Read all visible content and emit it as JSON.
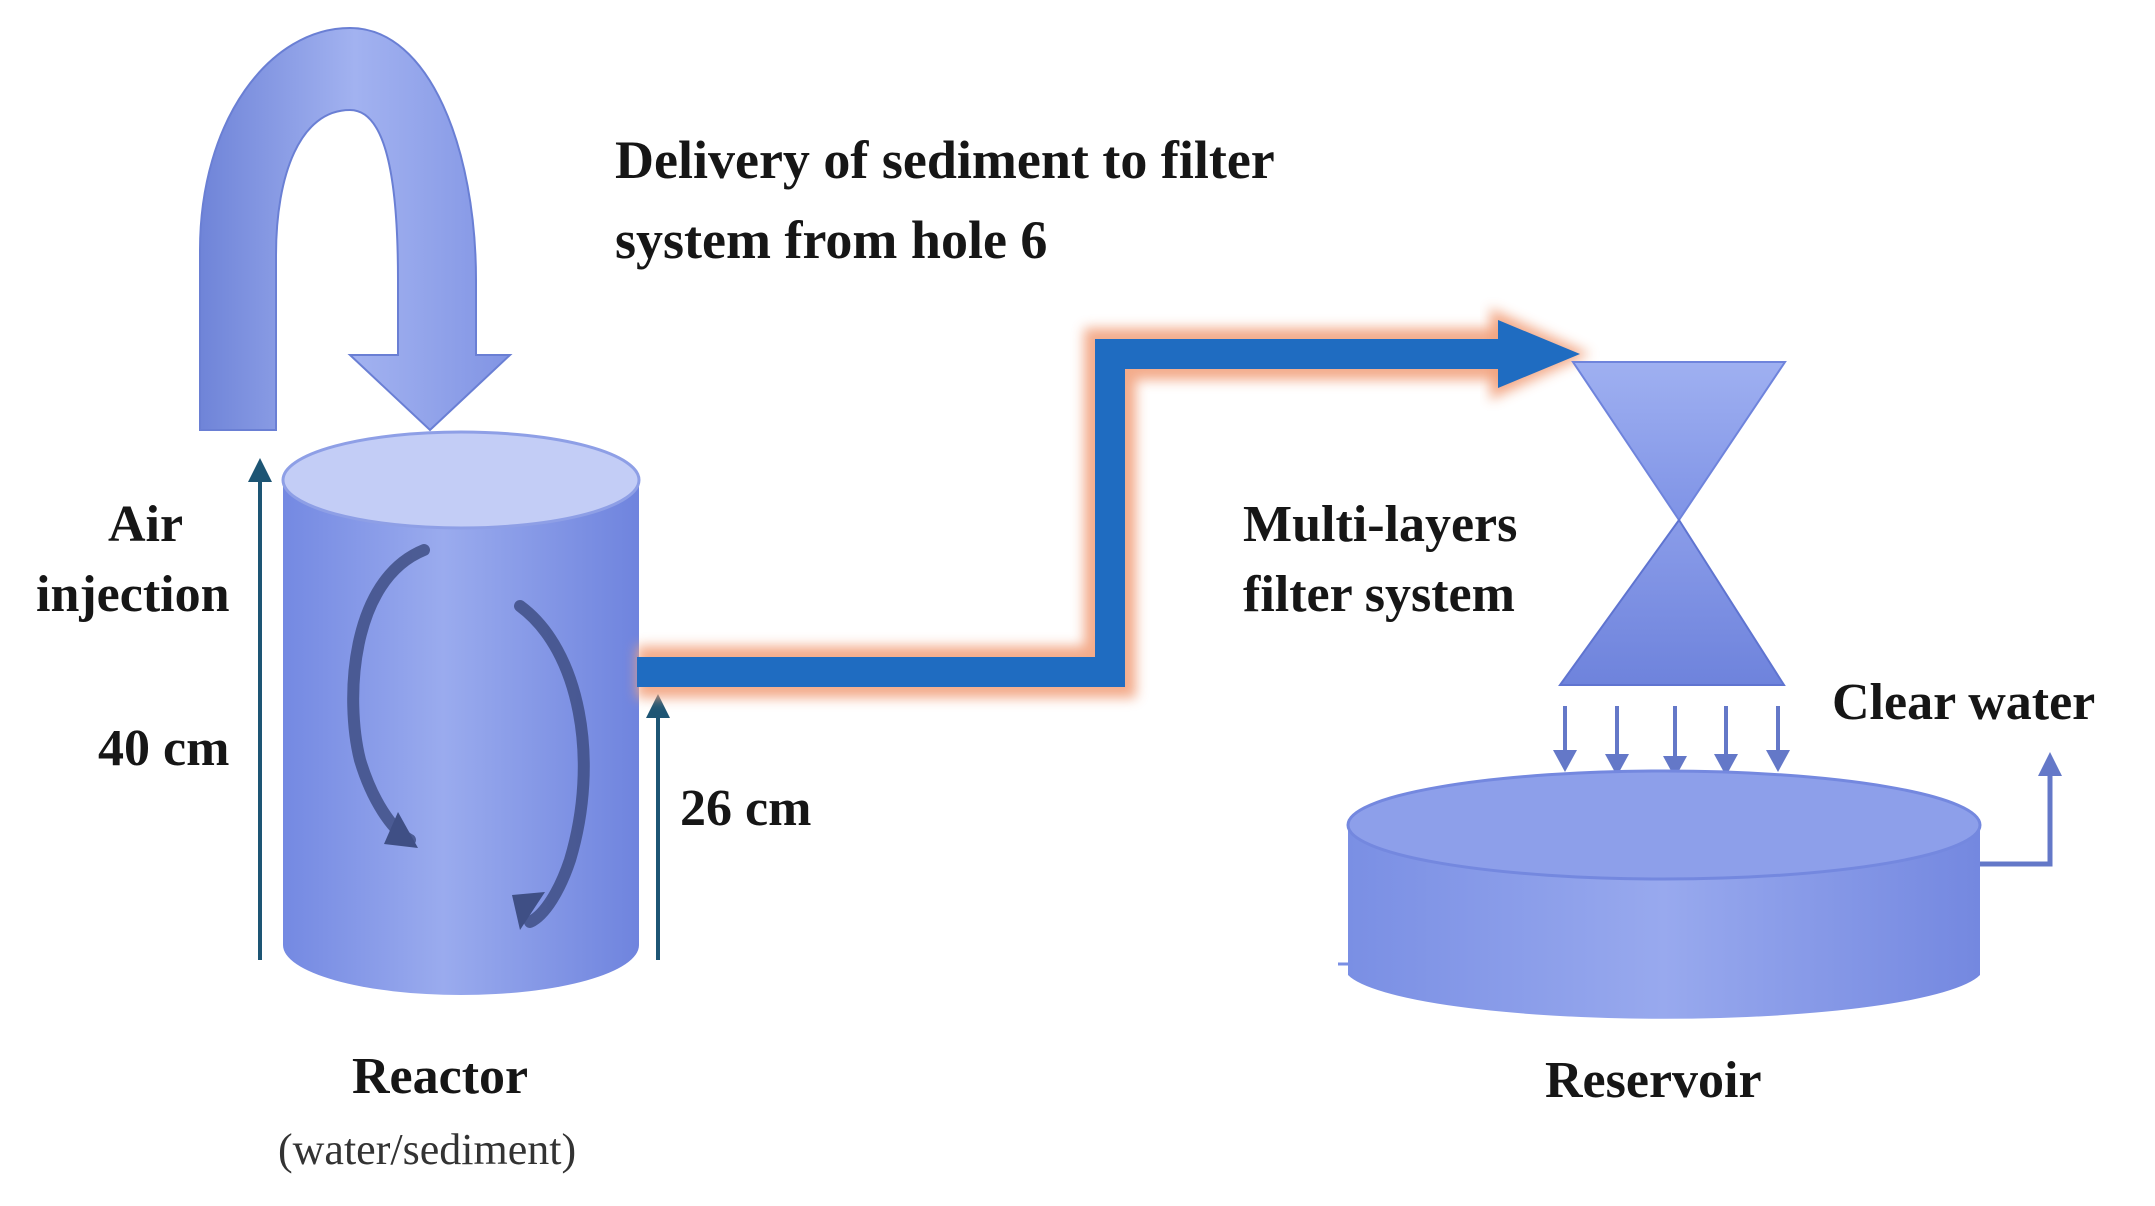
{
  "delivery_label": {
    "line1": "Delivery of sediment  to filter",
    "line2": "system from  hole 6"
  },
  "air_injection_label": {
    "line1": "Air",
    "line2": "injection"
  },
  "height_40_label": "40 cm",
  "height_26_label": "26 cm",
  "filter_label": {
    "line1": "Multi-layers",
    "line2": "filter system"
  },
  "clear_water_label": "Clear water",
  "reactor_label": "Reactor",
  "reactor_sublabel": "(water/sediment)",
  "reservoir_label": "Reservoir",
  "colors": {
    "vessel_blue": "#7f92e6",
    "vessel_light": "#b9c6f4",
    "pipe_blue": "#1f6cc1",
    "pipe_glow": "#f2a37f",
    "dimension_arrow": "#1d5574",
    "swirl_dark": "#3f4f85"
  }
}
